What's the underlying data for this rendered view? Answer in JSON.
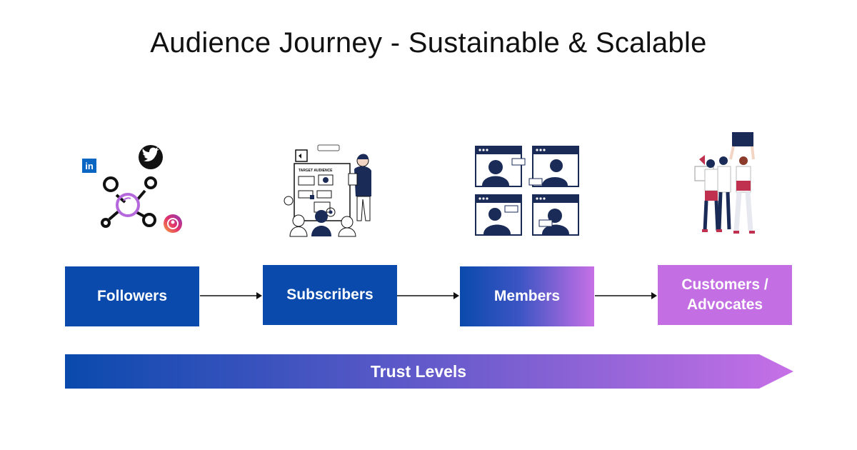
{
  "title": "Audience Journey - Sustainable & Scalable",
  "stages": [
    {
      "label": "Followers",
      "color": "#0a4aad"
    },
    {
      "label": "Subscribers",
      "color": "#0a4aad"
    },
    {
      "label": "Members",
      "color_from": "#0a4aad",
      "color_to": "#c770e6"
    },
    {
      "label_line1": "Customers /",
      "label_line2": "Advocates",
      "color": "#c36ee3"
    }
  ],
  "trust_bar": {
    "label": "Trust Levels",
    "color_from": "#0a4aad",
    "color_to": "#c770e6"
  },
  "icons": {
    "linkedin_text": "in",
    "social": [
      "linkedin-icon",
      "twitter-icon",
      "instagram-icon",
      "network-icon"
    ],
    "illustrations": [
      "target-audience-illustration",
      "video-call-illustration",
      "advocates-illustration"
    ]
  },
  "board_text": "TARGET AUDIENCE"
}
